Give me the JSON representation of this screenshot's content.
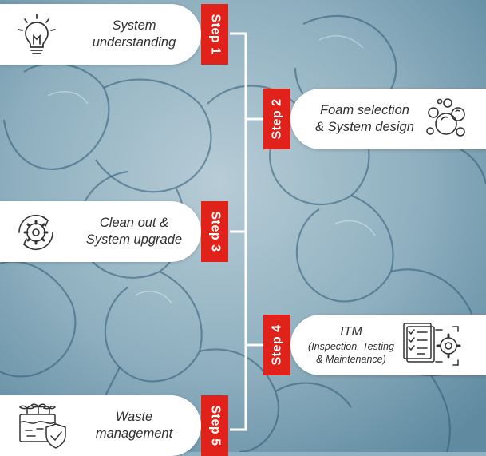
{
  "colors": {
    "accent": "#e0221a",
    "card": "#ffffff",
    "line": "#ffffff",
    "background": "#8fb1c1"
  },
  "steps": [
    {
      "tab": "Step 1",
      "line1": "System",
      "line2": "understanding",
      "icon": "lightbulb-icon"
    },
    {
      "tab": "Step 2",
      "line1": "Foam selection",
      "line2": "& System design",
      "icon": "foam-bubbles-icon"
    },
    {
      "tab": "Step 3",
      "line1": "Clean out &",
      "line2": "System upgrade",
      "icon": "gear-refresh-icon"
    },
    {
      "tab": "Step 4",
      "line1": "ITM",
      "line2": "(Inspection, Testing",
      "line3": "& Maintenance)",
      "icon": "checklist-gear-icon"
    },
    {
      "tab": "Step 5",
      "line1": "Waste",
      "line2": "management",
      "icon": "waste-shield-icon"
    }
  ]
}
